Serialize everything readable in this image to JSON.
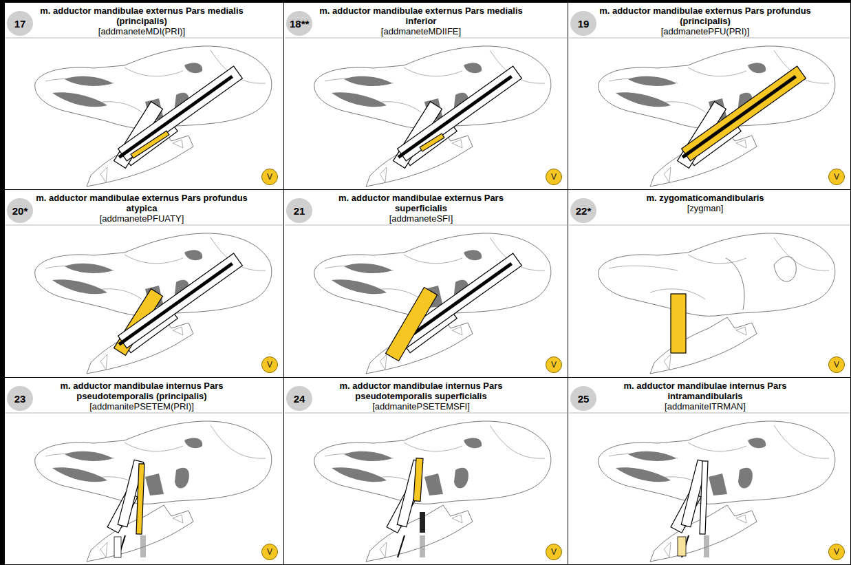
{
  "diagram": {
    "nodes": [
      {
        "text": [
          "m. adductor mandibulae externus Pars medialis (principalis)",
          "[addmaneteMDI(PRI)]"
        ]
      },
      {
        "text": [
          "17"
        ],
        "in": 0
      },
      {
        "text": [
          "V"
        ],
        "in": 0
      },
      {
        "text": [
          "m. adductor mandibulae externus Pars medialis inferior",
          "[addmaneteMDIIFE]"
        ]
      },
      {
        "text": [
          "18**"
        ],
        "in": 3
      },
      {
        "text": [
          "V"
        ],
        "in": 3
      },
      {
        "text": [
          "m. adductor mandibulae externus Pars profundus (principalis)",
          "[addmanetePFU(PRI)]"
        ]
      },
      {
        "text": [
          "19"
        ],
        "in": 6
      },
      {
        "text": [
          "V"
        ],
        "in": 6
      },
      {
        "text": [
          "m. adductor mandibulae externus Pars profundus atypica",
          "[addmanetePFUATY]"
        ]
      },
      {
        "text": [
          "20*"
        ],
        "in": 9
      },
      {
        "text": [
          "V"
        ],
        "in": 9
      },
      {
        "text": [
          "m. adductor mandibulae externus Pars superficialis",
          "[addmaneteSFI]"
        ]
      },
      {
        "text": [
          "21"
        ],
        "in": 12
      },
      {
        "text": [
          "V"
        ],
        "in": 12
      },
      {
        "text": [
          "m. zygomaticomandibularis",
          "[zygman]"
        ]
      },
      {
        "text": [
          "22*"
        ],
        "in": 15
      },
      {
        "text": [
          "V"
        ],
        "in": 15
      },
      {
        "text": [
          "m. adductor mandibulae internus Pars pseudotemporalis (principalis)",
          "[addmanitePSETEM(PRI)]"
        ]
      },
      {
        "text": [
          "23"
        ],
        "in": 18
      },
      {
        "text": [
          "V"
        ],
        "in": 18
      },
      {
        "text": [
          "m. adductor mandibulae internus Pars pseudotemporalis superficialis",
          "[addmanitePSETEMSFI]"
        ]
      },
      {
        "text": [
          "24"
        ],
        "in": 21
      },
      {
        "text": [
          "V"
        ],
        "in": 21
      },
      {
        "text": [
          "m. adductor mandibulae internus Pars intramandibularis",
          "[addmaniteITRMAN]"
        ]
      },
      {
        "text": [
          "25"
        ],
        "in": 24
      },
      {
        "text": [
          "V"
        ],
        "in": 24
      }
    ]
  }
}
